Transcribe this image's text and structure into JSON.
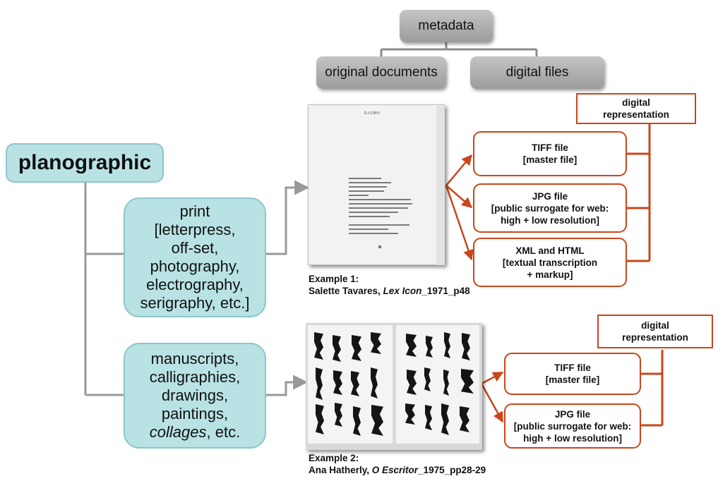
{
  "hierarchy": {
    "root": "metadata",
    "children": [
      "original documents",
      "digital files"
    ]
  },
  "left": {
    "title": "planographic",
    "print_lines": [
      "print",
      "[letterpress,",
      "off-set,",
      "photography,",
      "electrography,",
      "serigraphy, etc.]"
    ],
    "manuscripts_lines": [
      "manuscripts,",
      "calligraphies,",
      "drawings,",
      "paintings,",
      "collages",
      ", etc."
    ]
  },
  "example1": {
    "label": "Example 1:",
    "author": "Salette Tavares, ",
    "title": "Lex Icon",
    "suffix": "_1971_p48",
    "page_heading": "E-COPO",
    "representation_label": [
      "digital",
      "representation"
    ],
    "files": [
      {
        "lines": [
          "TIFF file",
          "[master file]"
        ]
      },
      {
        "lines": [
          "JPG file",
          "[public surrogate for web:",
          "high + low resolution]"
        ]
      },
      {
        "lines": [
          "XML and HTML",
          "[textual transcription",
          "+ markup]"
        ]
      }
    ]
  },
  "example2": {
    "label": "Example 2:",
    "author": "Ana Hatherly, ",
    "title": "O Escritor",
    "suffix": "_1975_pp28-29",
    "representation_label": [
      "digital",
      "representation"
    ],
    "files": [
      {
        "lines": [
          "TIFF file",
          "[master file]"
        ]
      },
      {
        "lines": [
          "JPG file",
          "[public surrogate for web:",
          "high + low resolution]"
        ]
      }
    ]
  },
  "colors": {
    "gray_box": "#a9a9a9",
    "teal_box": "#b9e2e4",
    "red_accent": "#c8471b",
    "connector_gray": "#999999"
  }
}
